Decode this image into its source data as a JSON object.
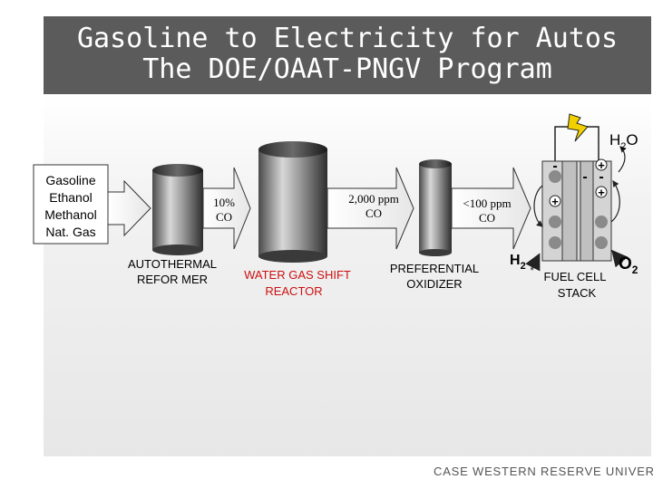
{
  "title": {
    "line1": "Gasoline to Electricity for Autos",
    "line2": "The DOE/OAAT-PNGV Program"
  },
  "footer": "CASE WESTERN RESERVE UNIVERSITY",
  "fuels": [
    "Gasoline",
    "Ethanol",
    "Methanol",
    "Nat. Gas"
  ],
  "stages": {
    "autothermal": {
      "line1": "AUTOTHERMAL",
      "line2": "REFOR MER"
    },
    "water_gas_shift": {
      "line1": "WATER GAS SHIFT",
      "line2": "REACTOR"
    },
    "preferential": {
      "line1": "PREFERENTIAL",
      "line2": "OXIDIZER"
    },
    "fuel_cell": {
      "line1": "FUEL CELL",
      "line2": "STACK"
    }
  },
  "concentrations": {
    "after_reformer": {
      "value": "10%",
      "unit": "CO"
    },
    "after_shift": {
      "value": "2,000 ppm",
      "unit": "CO"
    },
    "after_oxidizer": {
      "value": "<100 ppm",
      "unit": "CO"
    }
  },
  "gases": {
    "hydrogen": {
      "symbol": "H",
      "sub": "2"
    },
    "oxygen": {
      "symbol": "O",
      "sub": "2"
    },
    "water": {
      "symbol": "H",
      "sub": "2",
      "tail": "O"
    }
  },
  "charges": {
    "plus": "+",
    "minus": "-"
  },
  "colors": {
    "header_bg": "#5b5b5b",
    "stage_label_red": "#cc1111",
    "arrow_outline": "#333333"
  },
  "icons": {
    "lightning": "lightning-bolt-icon"
  }
}
